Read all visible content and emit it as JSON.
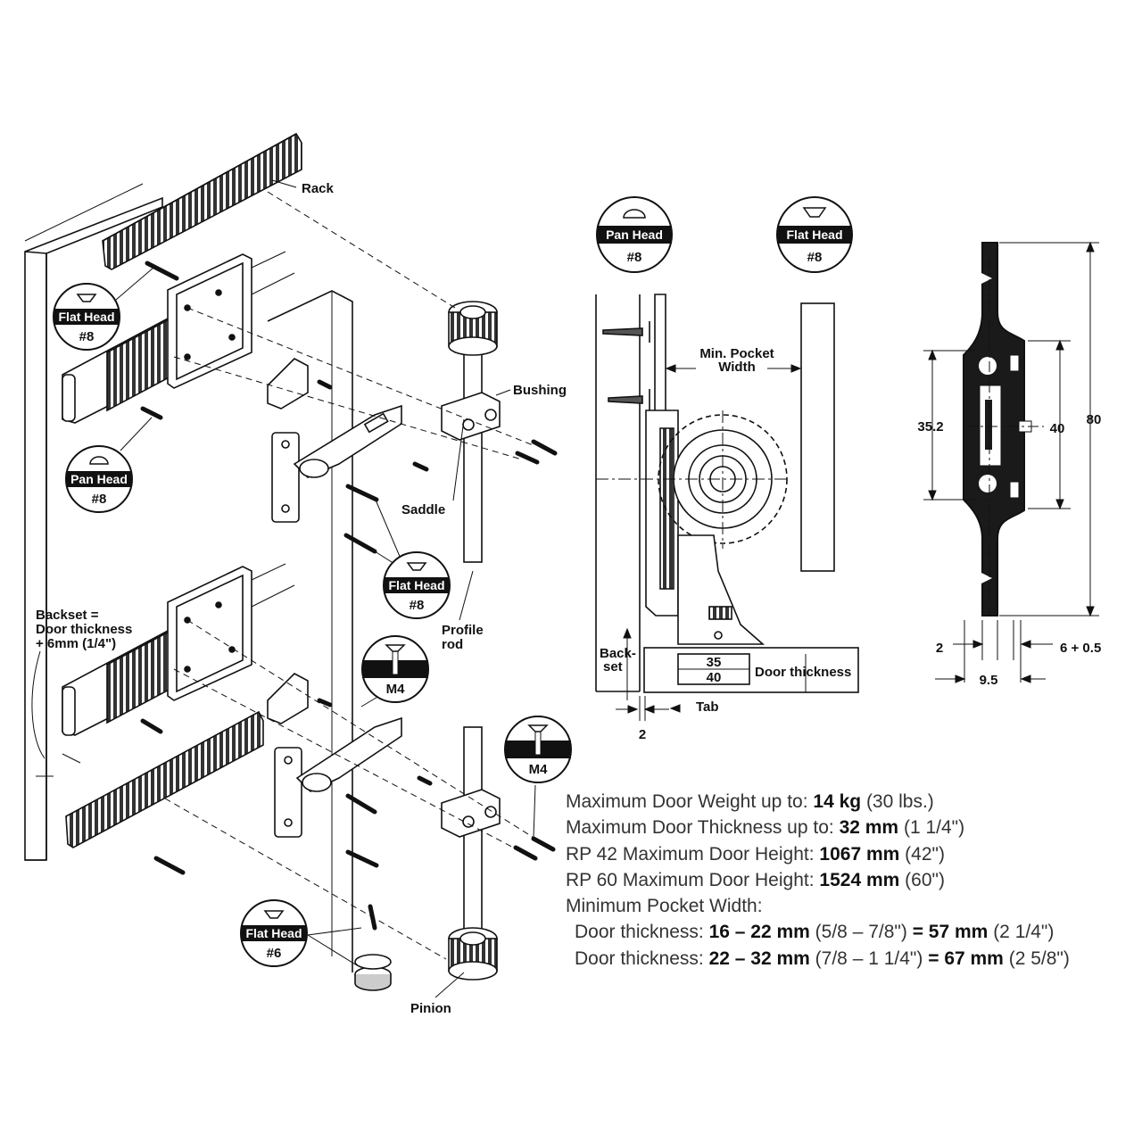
{
  "labels": {
    "rack": "Rack",
    "bushing": "Bushing",
    "saddle": "Saddle",
    "profile_rod": [
      "Profile",
      "rod"
    ],
    "pinion": "Pinion",
    "backset_note": [
      "Backset =",
      "Door thickness",
      "+ 6mm (1/4\")"
    ],
    "min_pocket_width": [
      "Min. Pocket",
      "Width"
    ],
    "backset": [
      "Back-",
      "set"
    ],
    "tab": "Tab",
    "door_thickness": "Door thickness"
  },
  "badges": {
    "flat_head_8": {
      "name": "Flat Head",
      "num": "#8"
    },
    "pan_head_8": {
      "name": "Pan Head",
      "num": "#8"
    },
    "flat_head_6": {
      "name": "Flat Head",
      "num": "#6"
    },
    "m4": {
      "name": "M4"
    }
  },
  "dimensions": {
    "d35": "35",
    "d40": "40",
    "d2": "2",
    "profile_35_2": "35.2",
    "profile_40": "40",
    "profile_80": "80",
    "profile_2": "2",
    "profile_6_05": "6 + 0.5",
    "profile_9_5": "9.5"
  },
  "specs": {
    "weight": {
      "label": "Maximum Door Weight up to:",
      "value": "14 kg",
      "alt": "(30 lbs.)"
    },
    "thickness": {
      "label": "Maximum Door Thickness up to:",
      "value": "32 mm",
      "alt": "(1 1/4\")"
    },
    "rp42": {
      "label": "RP 42 Maximum Door Height:",
      "value": "1067 mm",
      "alt": "(42\")"
    },
    "rp60": {
      "label": "RP 60 Maximum Door Height:",
      "value": "1524 mm",
      "alt": "(60\")"
    },
    "min_pocket": {
      "label": "Minimum Pocket Width:"
    },
    "range1": {
      "label": "Door thickness:",
      "range": "16 – 22 mm",
      "range_alt": "(5/8 – 7/8\")",
      "result": "= 57 mm",
      "result_alt": "(2 1/4\")"
    },
    "range2": {
      "label": "Door thickness:",
      "range": "22 – 32 mm",
      "range_alt": "(7/8 – 1 1/4\")",
      "result": "= 67 mm",
      "result_alt": "(2 5/8\")"
    }
  }
}
